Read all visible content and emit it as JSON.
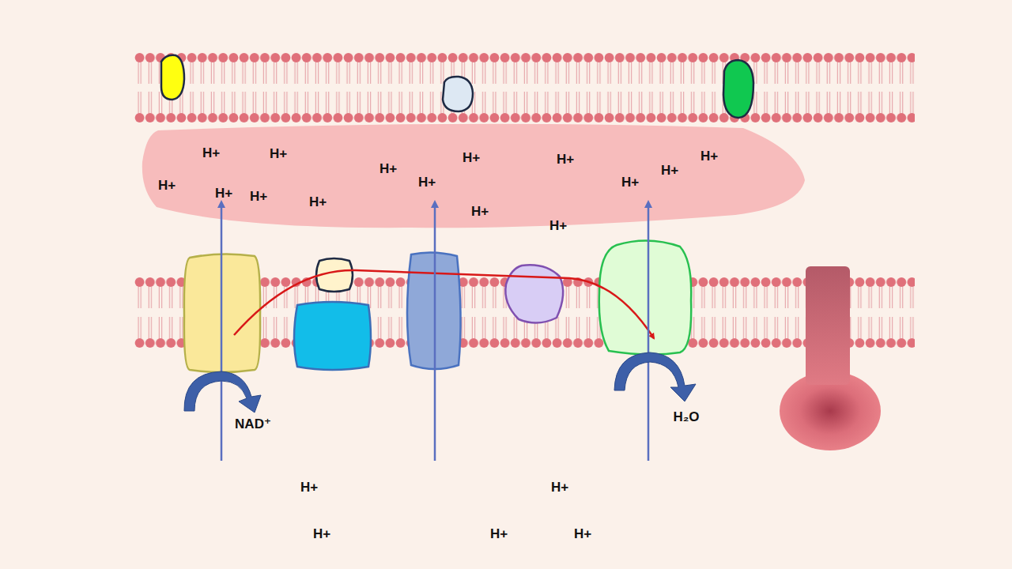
{
  "diagram": {
    "labels": [
      "H+",
      "H+",
      "H+",
      "H+",
      "H+",
      "H+",
      "H+",
      "H+",
      "H+",
      "H+",
      "H+",
      "H+",
      "H+",
      "H+",
      "H+",
      "NAD⁺",
      "H₂O",
      "H+",
      "H+",
      "H+",
      "H+",
      "H+"
    ]
  }
}
